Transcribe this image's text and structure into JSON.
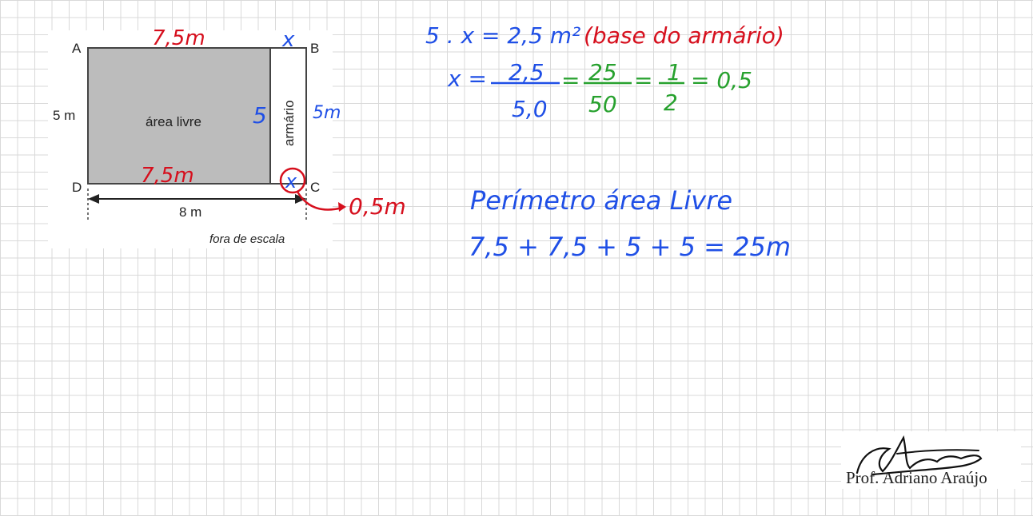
{
  "figure": {
    "vertices": {
      "a": "A",
      "b": "B",
      "c": "C",
      "d": "D"
    },
    "side_left": "5 m",
    "bottom_dimension": "8 m",
    "free_area_label": "área livre",
    "wardrobe_label": "armário",
    "scale_note": "fora de escala"
  },
  "annotations": {
    "top_length": "7,5m",
    "bottom_length": "7,5m",
    "wardrobe_width_top": "x",
    "wardrobe_width_bottom": "x",
    "inner_height": "5",
    "wardrobe_height": "5m",
    "wardrobe_width_result": "0,5m"
  },
  "solution": {
    "equation_lhs": "5 . x = 2,5 m²",
    "equation_note": "(base do armário)",
    "x_label": "x =",
    "fraction1_num": "2,5",
    "fraction1_den": "5,0",
    "fraction2_num": "25",
    "fraction2_den": "50",
    "fraction3_num": "1",
    "fraction3_den": "2",
    "result": "= 0,5",
    "perimeter_title": "Perímetro área Livre",
    "perimeter_sum": "7,5 + 7,5 + 5 + 5 = 25m"
  },
  "colors": {
    "blue": "#1f4fe6",
    "red": "#d60f1d",
    "green": "#27a12e",
    "free_area_fill": "#bcbcbc"
  },
  "signature": {
    "name": "Prof. Adriano Araújo"
  }
}
